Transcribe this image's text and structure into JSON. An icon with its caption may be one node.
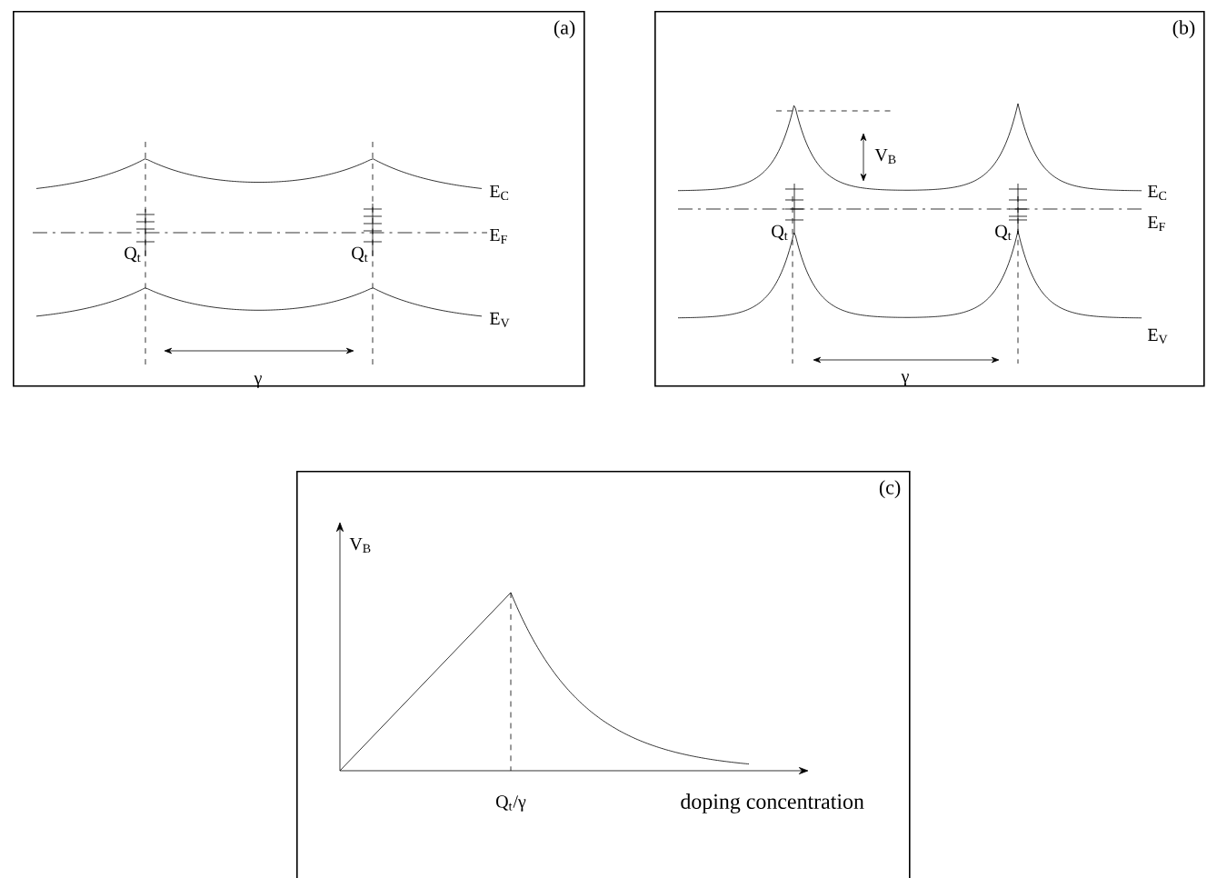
{
  "diagram": {
    "nodes": [
      {
        "text": [
          "(a)"
        ]
      },
      {
        "text": [
          "(b)"
        ]
      },
      {
        "text": [
          "(c)"
        ]
      }
    ],
    "labels": [
      "E$_{C}$",
      "E$_{F}$",
      "Q$_{t}$",
      "Q$_{t}$",
      "E$_{V}$",
      "γ",
      "V$_{B}$",
      "E$_{C}$",
      "Q$_{t}$",
      "Q$_{t}$",
      "E$_{F}$",
      "E$_{V}$",
      "γ",
      "V$_{B}$",
      "Q$_{t}$/γ",
      "doping concentration"
    ]
  }
}
